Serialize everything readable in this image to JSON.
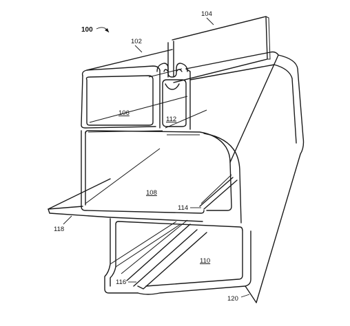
{
  "figure": {
    "labels": {
      "l100": "100",
      "l102": "102",
      "l104": "104",
      "l106": "106",
      "l108": "108",
      "l110": "110",
      "l112": "112",
      "l114": "114",
      "l116": "116",
      "l118": "118",
      "l120": "120"
    }
  }
}
